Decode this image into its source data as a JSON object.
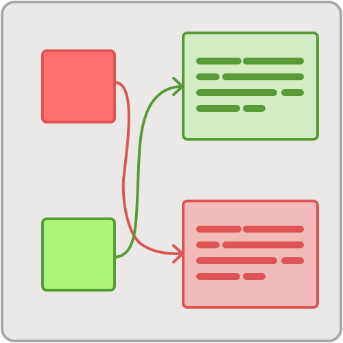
{
  "panel": {
    "background": "#ebe9e8",
    "border": "#a8a8a8"
  },
  "colors": {
    "red_stroke": "#dd5454",
    "red_fill": "#ff7170",
    "red_card_fill": "#f3baba",
    "green_stroke": "#589a35",
    "green_fill": "#aef378",
    "green_card_fill": "#d4ecc4"
  },
  "sources": [
    {
      "name": "red-source-square",
      "color": "red"
    },
    {
      "name": "green-source-square",
      "color": "green"
    }
  ],
  "cards": [
    {
      "name": "green-target-card",
      "color": "green",
      "text_lines": 4
    },
    {
      "name": "red-target-card",
      "color": "red",
      "text_lines": 4
    }
  ],
  "connections": [
    {
      "from": "red-source-square",
      "to": "red-target-card",
      "color": "red"
    },
    {
      "from": "green-source-square",
      "to": "green-target-card",
      "color": "green"
    }
  ]
}
